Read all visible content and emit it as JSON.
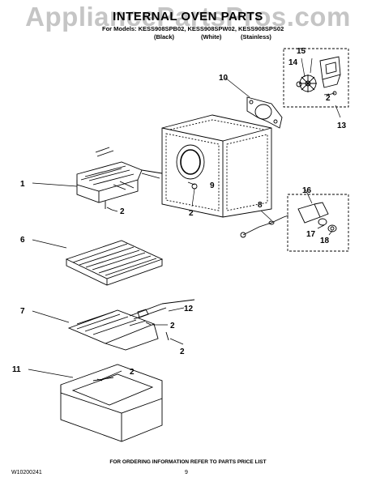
{
  "watermark": "AppliancePartsPros.com",
  "header": {
    "title": "INTERNAL OVEN PARTS",
    "models": "For Models: KESS908SPB02, KESS908SPW02, KESS908SPS02",
    "variants": [
      "(Black)",
      "(White)",
      "(Stainless)"
    ]
  },
  "callouts": [
    "1",
    "2",
    "2",
    "2",
    "2",
    "2",
    "2",
    "6",
    "7",
    "8",
    "9",
    "10",
    "11",
    "12",
    "13",
    "14",
    "15",
    "16",
    "17",
    "18"
  ],
  "footer": {
    "instruction": "FOR ORDERING INFORMATION REFER TO PARTS PRICE LIST",
    "doc_number": "W10200241",
    "page": "9"
  }
}
